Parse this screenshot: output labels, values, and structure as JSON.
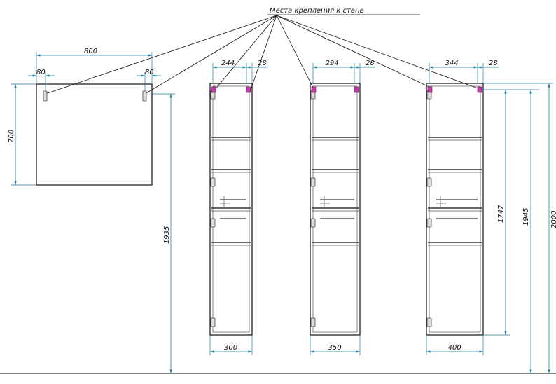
{
  "title": "Места крепления к стене",
  "mirror": {
    "width": "800",
    "height": "700",
    "left_offset": "80",
    "right_offset": "80",
    "mount_height": "1935"
  },
  "cabinets": [
    {
      "top_inner": "244",
      "top_side": "28",
      "width": "300"
    },
    {
      "top_inner": "294",
      "top_side": "28",
      "width": "350"
    },
    {
      "top_inner": "344",
      "top_side": "28",
      "width": "400"
    }
  ],
  "heights": {
    "cabinet": "1747",
    "mount": "1945",
    "total": "2000"
  }
}
